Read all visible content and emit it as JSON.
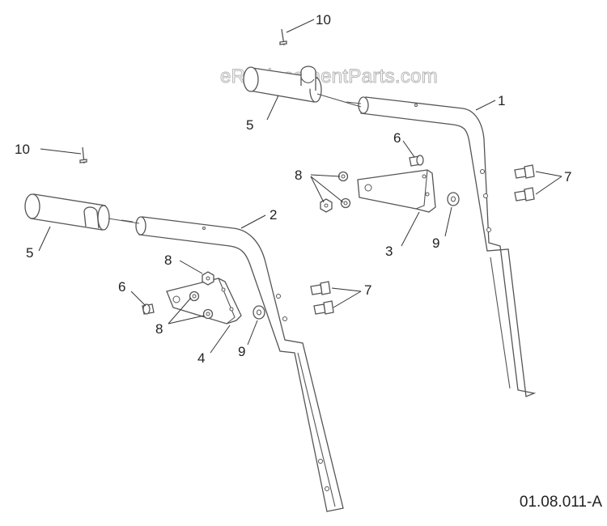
{
  "watermark": "eReplacementParts.com",
  "document_number": "01.08.011-A",
  "callouts": {
    "part_1": "1",
    "part_2": "2",
    "part_3": "3",
    "part_4": "4",
    "part_5_upper": "5",
    "part_5_lower": "5",
    "part_6_upper": "6",
    "part_6_lower": "6",
    "part_7_upper": "7",
    "part_7_lower": "7",
    "part_8_upper": "8",
    "part_8_lower_top": "8",
    "part_8_lower_bottom": "8",
    "part_9_upper": "9",
    "part_9_lower": "9",
    "part_10_upper": "10",
    "part_10_lower": "10"
  }
}
